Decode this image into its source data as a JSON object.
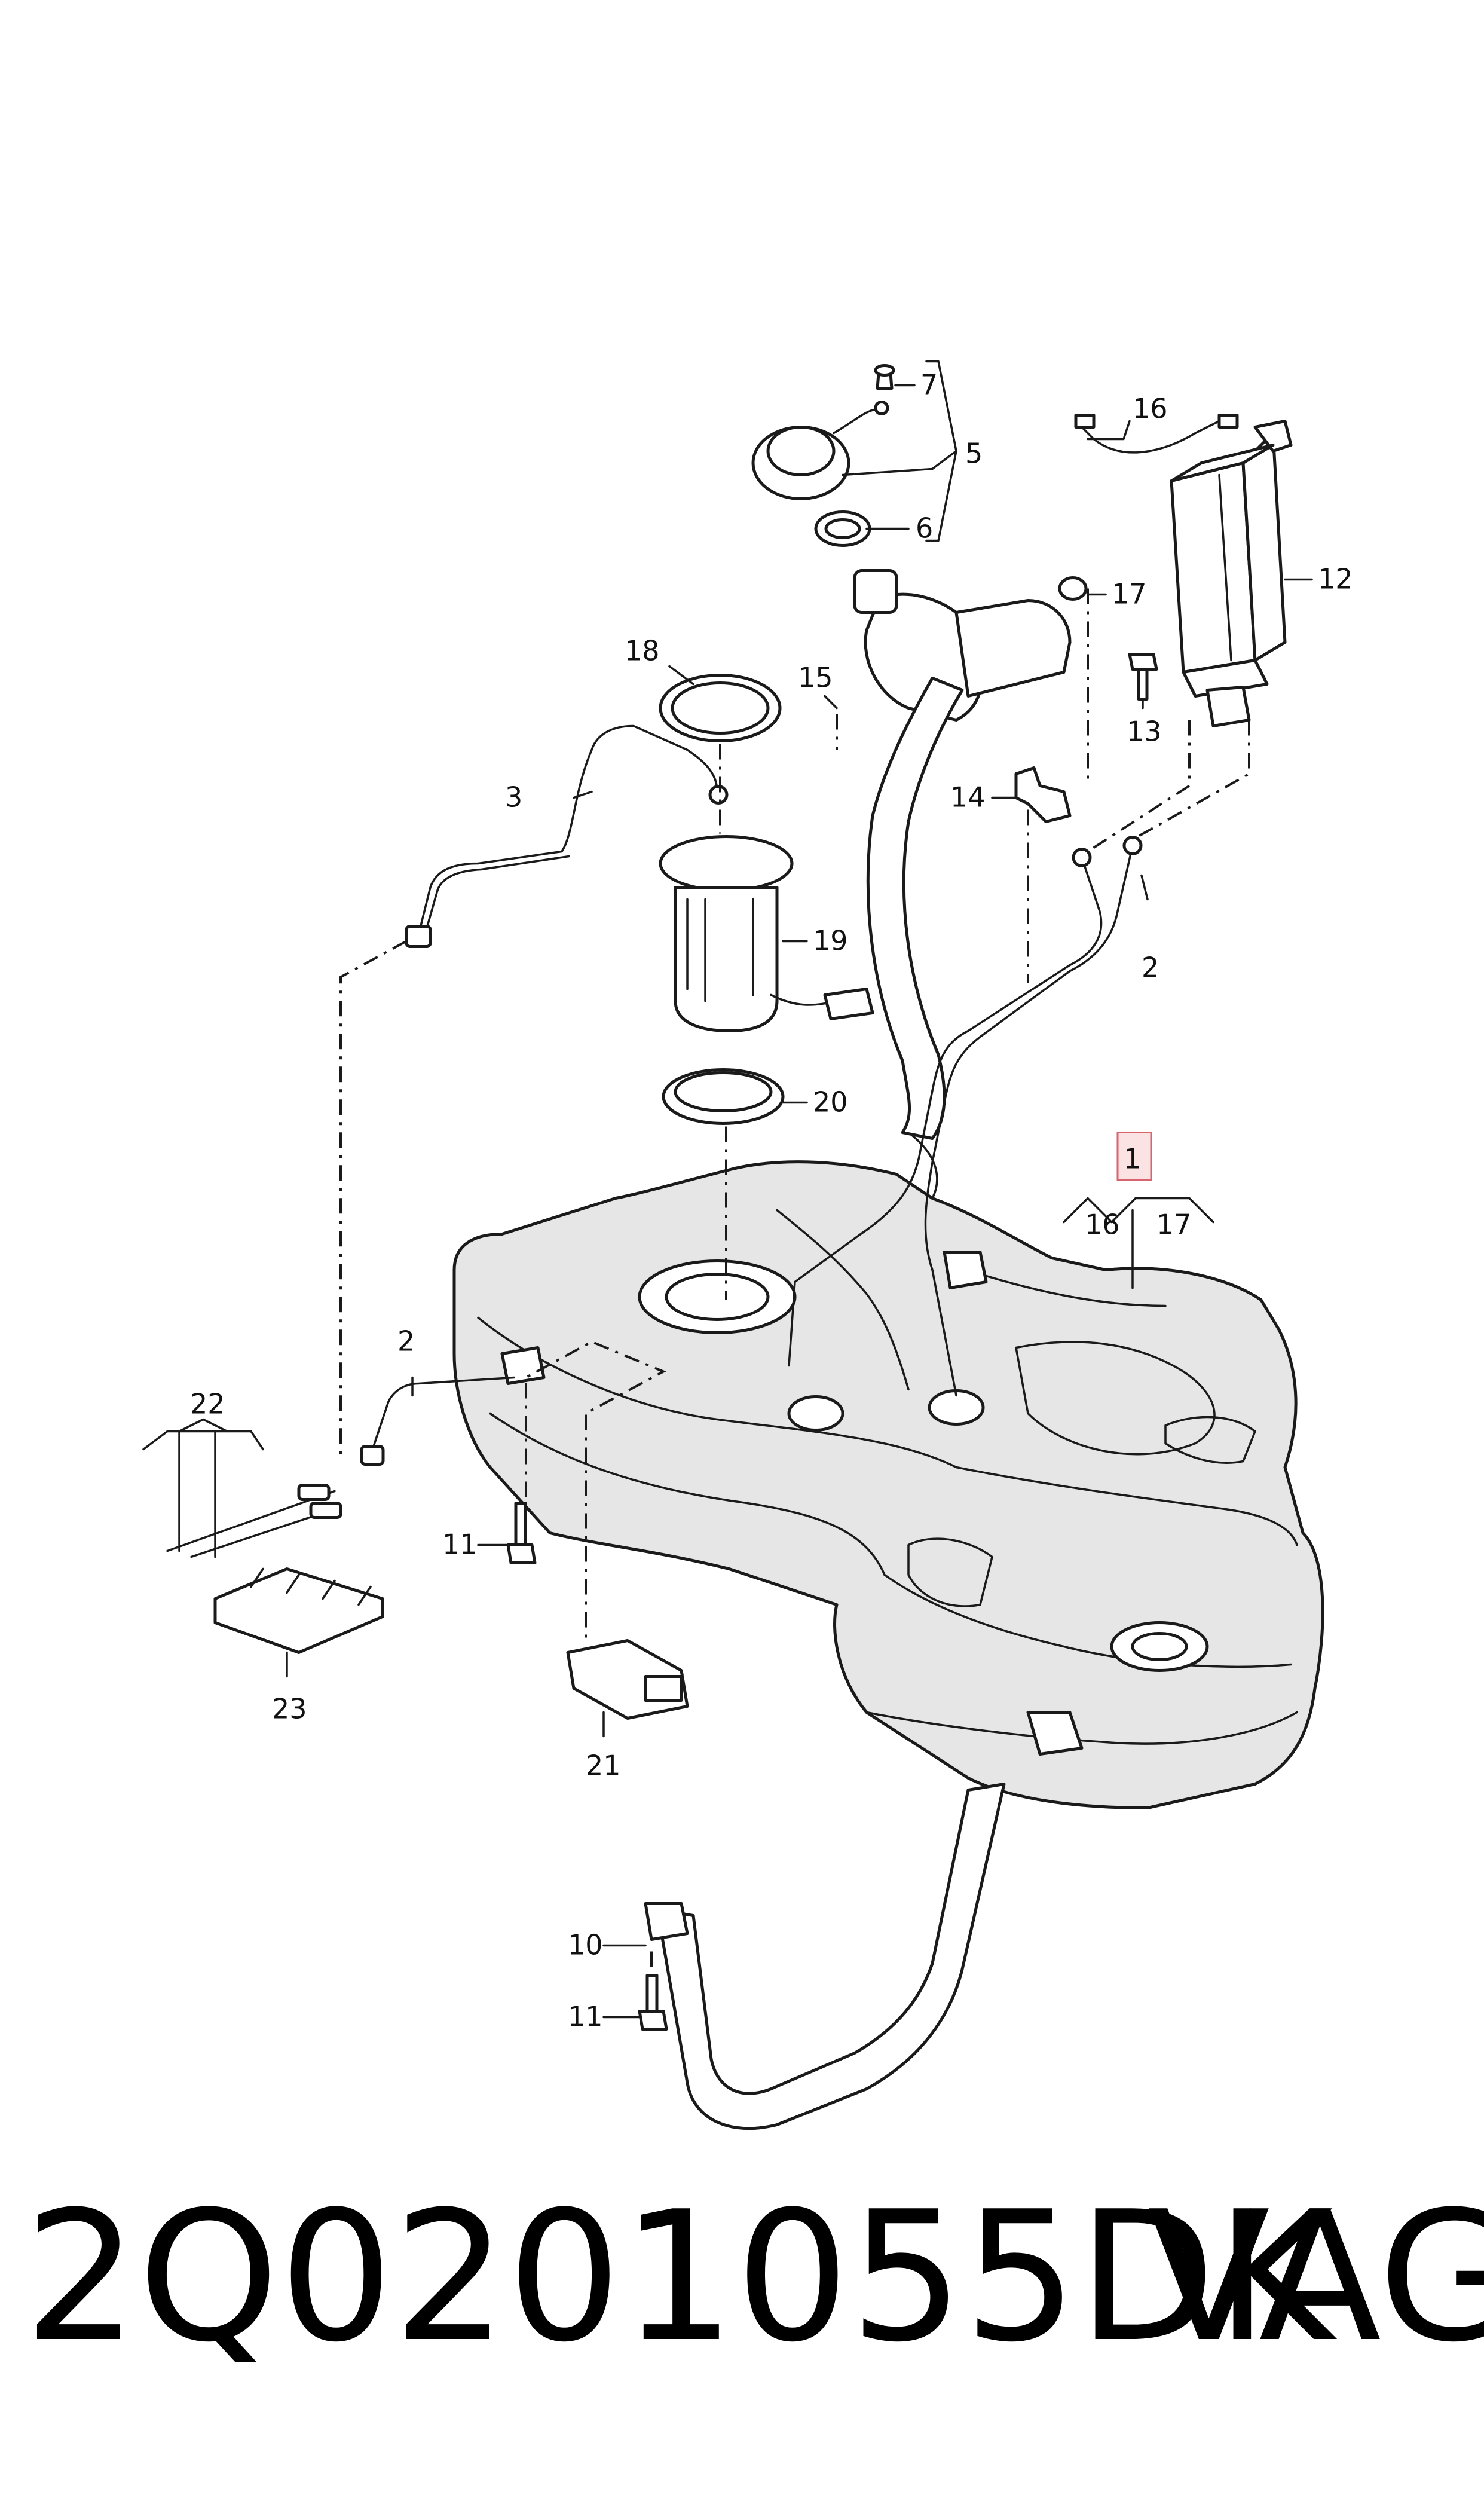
{
  "diagram": {
    "callouts": {
      "c1": "1",
      "c2a": "2",
      "c2b": "2",
      "c3": "3",
      "c5": "5",
      "c6": "6",
      "c7": "7",
      "c10": "10",
      "c11a": "11",
      "c11b": "11",
      "c12": "12",
      "c13": "13",
      "c14": "14",
      "c15": "15",
      "c16a": "16",
      "c16b": "16",
      "c17a": "17",
      "c17b": "17",
      "c18": "18",
      "c19": "19",
      "c20": "20",
      "c21": "21",
      "c22": "22",
      "c23": "23"
    },
    "highlight_color": "#e8a3a8"
  },
  "footer": {
    "part_number": "2Q0201055DK",
    "brand": "VAG"
  }
}
